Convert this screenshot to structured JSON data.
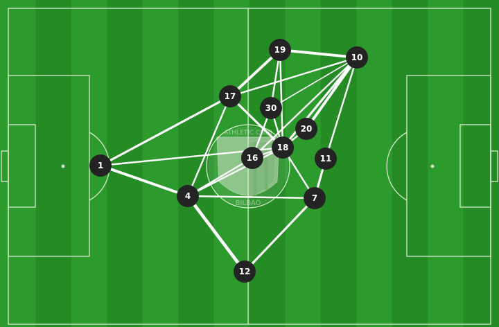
{
  "pitch": {
    "grass_colors": [
      "#2c9a2c",
      "#258c25"
    ],
    "line_color": "#d8ecd0"
  },
  "crest": {
    "lettering_top": "ATHLETIC CLUB",
    "lettering_bottom": "BILBAO"
  },
  "colors": {
    "node_fill": "#232323",
    "node_text": "#ffffff",
    "link": "#ffffff"
  },
  "players": [
    {
      "id": "p1",
      "number": "1"
    },
    {
      "id": "p4",
      "number": "4"
    },
    {
      "id": "p12",
      "number": "12"
    },
    {
      "id": "p7",
      "number": "7"
    },
    {
      "id": "p11",
      "number": "11"
    },
    {
      "id": "p16",
      "number": "16"
    },
    {
      "id": "p18",
      "number": "18"
    },
    {
      "id": "p20",
      "number": "20"
    },
    {
      "id": "p30",
      "number": "30"
    },
    {
      "id": "p17",
      "number": "17"
    },
    {
      "id": "p19",
      "number": "19"
    },
    {
      "id": "p10",
      "number": "10"
    }
  ],
  "passes": [
    {
      "from": "p1",
      "to": "p4",
      "strength": 4
    },
    {
      "from": "p1",
      "to": "p17",
      "strength": 3
    },
    {
      "from": "p1",
      "to": "p18",
      "strength": 2
    },
    {
      "from": "p4",
      "to": "p12",
      "strength": 5
    },
    {
      "from": "p12",
      "to": "p7",
      "strength": 3
    },
    {
      "from": "p4",
      "to": "p7",
      "strength": 2
    },
    {
      "from": "p4",
      "to": "p17",
      "strength": 2
    },
    {
      "from": "p4",
      "to": "p16",
      "strength": 2
    },
    {
      "from": "p4",
      "to": "p18",
      "strength": 2
    },
    {
      "from": "p7",
      "to": "p11",
      "strength": 3
    },
    {
      "from": "p7",
      "to": "p18",
      "strength": 2
    },
    {
      "from": "p11",
      "to": "p10",
      "strength": 2
    },
    {
      "from": "p16",
      "to": "p18",
      "strength": 2
    },
    {
      "from": "p18",
      "to": "p20",
      "strength": 2
    },
    {
      "from": "p18",
      "to": "p10",
      "strength": 3
    },
    {
      "from": "p18",
      "to": "p17",
      "strength": 3
    },
    {
      "from": "p18",
      "to": "p19",
      "strength": 2
    },
    {
      "from": "p18",
      "to": "p30",
      "strength": 2
    },
    {
      "from": "p16",
      "to": "p10",
      "strength": 2
    },
    {
      "from": "p20",
      "to": "p10",
      "strength": 4
    },
    {
      "from": "p30",
      "to": "p10",
      "strength": 1
    },
    {
      "from": "p17",
      "to": "p19",
      "strength": 4
    },
    {
      "from": "p17",
      "to": "p10",
      "strength": 2
    },
    {
      "from": "p19",
      "to": "p10",
      "strength": 4
    },
    {
      "from": "p19",
      "to": "p30",
      "strength": 2
    },
    {
      "from": "p16",
      "to": "p30",
      "strength": 2
    }
  ]
}
